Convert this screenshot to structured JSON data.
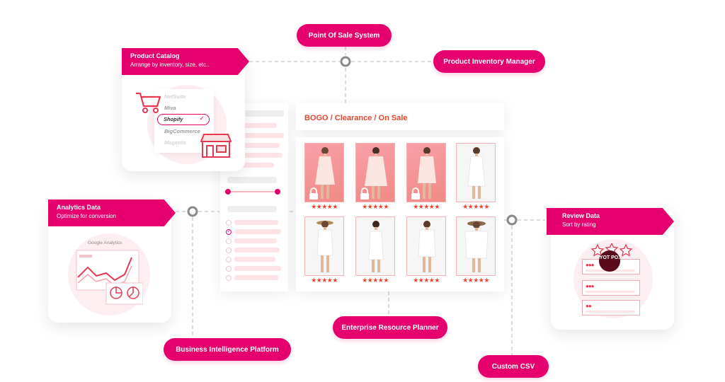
{
  "nodes": {
    "pos": "Point Of Sale System",
    "inventory": "Product Inventory Manager",
    "bi": "Business Intelligence Platform",
    "erp": "Enterprise Resource Planner",
    "csv": "Custom CSV"
  },
  "product_catalog": {
    "title": "Product Catalog",
    "subtitle": "Arrange by inventory, size, etc..",
    "platforms": [
      "NetSuite",
      "Miva",
      "Shopify",
      "BigCommerce",
      "Magento"
    ],
    "selected": "Shopify"
  },
  "analytics": {
    "title": "Analytics Data",
    "subtitle": "Optimize for conversion",
    "brand": "Google Analytics"
  },
  "review": {
    "title": "Review Data",
    "subtitle": "Sort by rating",
    "logo": "YOT PO."
  },
  "store": {
    "heading": "BOGO / Clearance / On Sale",
    "rating": "★★★★★",
    "accent": "#e5006d",
    "heading_color": "#e8452f"
  }
}
